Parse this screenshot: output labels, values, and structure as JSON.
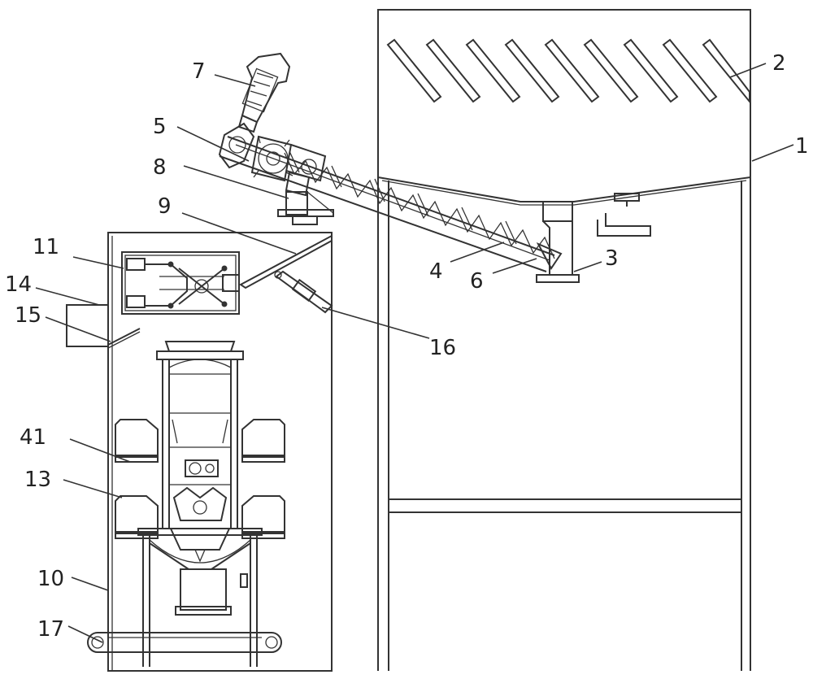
{
  "labels": {
    "n1": "1",
    "n2": "2",
    "n3": "3",
    "n4": "4",
    "n5": "5",
    "n6": "6",
    "n7": "7",
    "n8": "8",
    "n9": "9",
    "n10": "10",
    "n11": "11",
    "n13": "13",
    "n14": "14",
    "n15": "15",
    "n16": "16",
    "n17": "17",
    "n41": "41"
  }
}
